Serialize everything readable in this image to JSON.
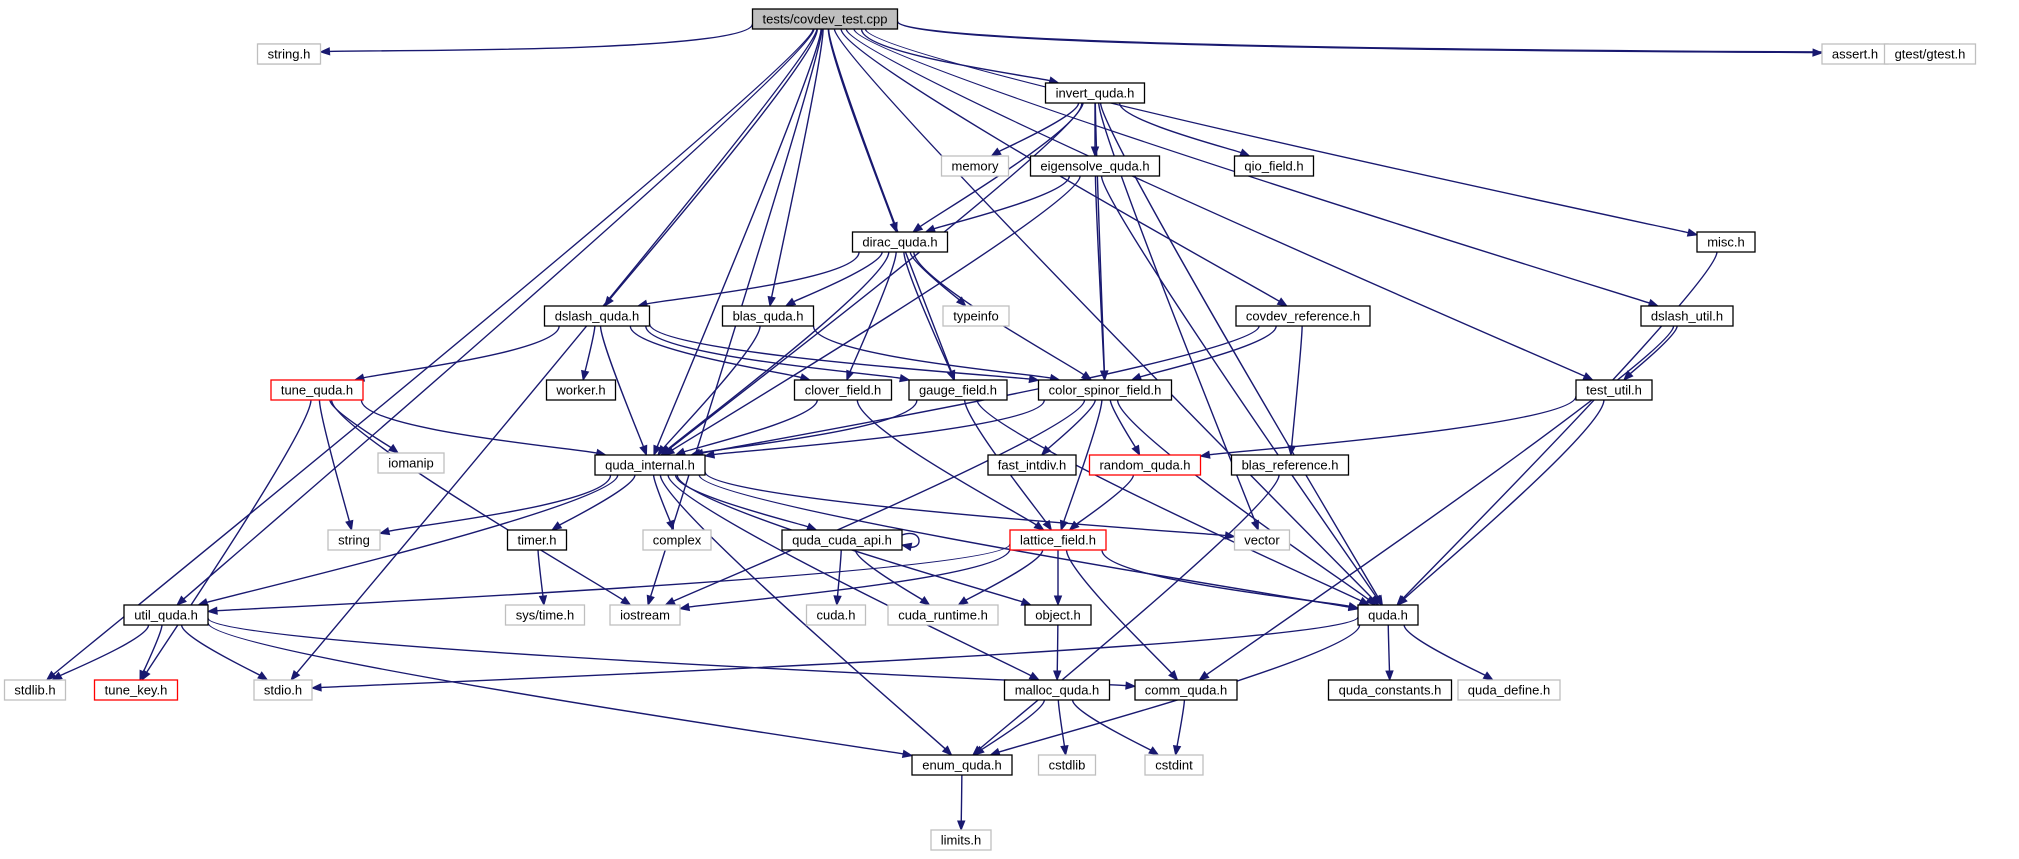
{
  "colors": {
    "edge": "#191970",
    "root_fill": "#bfbfbf",
    "normal_border": "#000000",
    "missing_border": "#bfbfbf",
    "truncated_border": "#ff0000",
    "text": "#000000"
  },
  "nodes": [
    {
      "id": "root",
      "label": "tests/covdev_test.cpp",
      "kind": "root"
    },
    {
      "id": "stdlib",
      "label": "stdlib.h",
      "kind": "missing"
    },
    {
      "id": "string_h",
      "label": "string.h",
      "kind": "missing"
    },
    {
      "id": "invert",
      "label": "invert_quda.h",
      "kind": "normal"
    },
    {
      "id": "assert",
      "label": "assert.h",
      "kind": "missing"
    },
    {
      "id": "gtest",
      "label": "gtest/gtest.h",
      "kind": "missing"
    },
    {
      "id": "memory",
      "label": "memory",
      "kind": "missing"
    },
    {
      "id": "eigensolve",
      "label": "eigensolve_quda.h",
      "kind": "normal"
    },
    {
      "id": "qio",
      "label": "qio_field.h",
      "kind": "normal"
    },
    {
      "id": "dirac",
      "label": "dirac_quda.h",
      "kind": "normal"
    },
    {
      "id": "misc",
      "label": "misc.h",
      "kind": "normal"
    },
    {
      "id": "dslash",
      "label": "dslash_quda.h",
      "kind": "normal"
    },
    {
      "id": "blas",
      "label": "blas_quda.h",
      "kind": "normal"
    },
    {
      "id": "typeinfo",
      "label": "typeinfo",
      "kind": "missing"
    },
    {
      "id": "covref",
      "label": "covdev_reference.h",
      "kind": "normal"
    },
    {
      "id": "dslashutil",
      "label": "dslash_util.h",
      "kind": "normal"
    },
    {
      "id": "tune",
      "label": "tune_quda.h",
      "kind": "truncated"
    },
    {
      "id": "worker",
      "label": "worker.h",
      "kind": "normal"
    },
    {
      "id": "clover",
      "label": "clover_field.h",
      "kind": "normal"
    },
    {
      "id": "gauge",
      "label": "gauge_field.h",
      "kind": "normal"
    },
    {
      "id": "csf",
      "label": "color_spinor_field.h",
      "kind": "normal"
    },
    {
      "id": "testutil",
      "label": "test_util.h",
      "kind": "normal"
    },
    {
      "id": "iomanip",
      "label": "iomanip",
      "kind": "missing"
    },
    {
      "id": "qinternal",
      "label": "quda_internal.h",
      "kind": "normal"
    },
    {
      "id": "fastint",
      "label": "fast_intdiv.h",
      "kind": "normal"
    },
    {
      "id": "random",
      "label": "random_quda.h",
      "kind": "truncated"
    },
    {
      "id": "blasref",
      "label": "blas_reference.h",
      "kind": "normal"
    },
    {
      "id": "string",
      "label": "string",
      "kind": "missing"
    },
    {
      "id": "timer",
      "label": "timer.h",
      "kind": "normal"
    },
    {
      "id": "complex",
      "label": "complex",
      "kind": "missing"
    },
    {
      "id": "cudaapi",
      "label": "quda_cuda_api.h",
      "kind": "normal"
    },
    {
      "id": "lattice",
      "label": "lattice_field.h",
      "kind": "truncated"
    },
    {
      "id": "vector",
      "label": "vector",
      "kind": "missing"
    },
    {
      "id": "util",
      "label": "util_quda.h",
      "kind": "normal"
    },
    {
      "id": "systime",
      "label": "sys/time.h",
      "kind": "missing"
    },
    {
      "id": "iostream",
      "label": "iostream",
      "kind": "missing"
    },
    {
      "id": "cudah",
      "label": "cuda.h",
      "kind": "missing"
    },
    {
      "id": "cudart",
      "label": "cuda_runtime.h",
      "kind": "missing"
    },
    {
      "id": "object",
      "label": "object.h",
      "kind": "normal"
    },
    {
      "id": "quda",
      "label": "quda.h",
      "kind": "normal"
    },
    {
      "id": "stdlibh",
      "label": "stdlib.h",
      "kind": "missing"
    },
    {
      "id": "tunekey",
      "label": "tune_key.h",
      "kind": "truncated"
    },
    {
      "id": "stdio",
      "label": "stdio.h",
      "kind": "missing"
    },
    {
      "id": "malloc",
      "label": "malloc_quda.h",
      "kind": "normal"
    },
    {
      "id": "comm",
      "label": "comm_quda.h",
      "kind": "normal"
    },
    {
      "id": "qconst",
      "label": "quda_constants.h",
      "kind": "normal"
    },
    {
      "id": "qdefine",
      "label": "quda_define.h",
      "kind": "missing"
    },
    {
      "id": "enum",
      "label": "enum_quda.h",
      "kind": "normal"
    },
    {
      "id": "cstdlib",
      "label": "cstdlib",
      "kind": "missing"
    },
    {
      "id": "cstdint",
      "label": "cstdint",
      "kind": "missing"
    },
    {
      "id": "limits",
      "label": "limits.h",
      "kind": "missing"
    }
  ],
  "edges": [
    [
      "root",
      "stdlibh"
    ],
    [
      "root",
      "string_h"
    ],
    [
      "root",
      "invert"
    ],
    [
      "root",
      "assert"
    ],
    [
      "root",
      "gtest"
    ],
    [
      "root",
      "util"
    ],
    [
      "root",
      "stdio"
    ],
    [
      "root",
      "iostream"
    ],
    [
      "root",
      "qinternal"
    ],
    [
      "root",
      "dslash"
    ],
    [
      "root",
      "gauge"
    ],
    [
      "root",
      "blas"
    ],
    [
      "root",
      "dirac"
    ],
    [
      "root",
      "covref"
    ],
    [
      "root",
      "testutil"
    ],
    [
      "root",
      "misc"
    ],
    [
      "root",
      "dslashutil"
    ],
    [
      "root",
      "quda"
    ],
    [
      "invert",
      "memory"
    ],
    [
      "invert",
      "eigensolve"
    ],
    [
      "invert",
      "qio"
    ],
    [
      "invert",
      "dirac"
    ],
    [
      "invert",
      "qinternal"
    ],
    [
      "invert",
      "csf"
    ],
    [
      "invert",
      "vector"
    ],
    [
      "invert",
      "quda"
    ],
    [
      "eigensolve",
      "dirac"
    ],
    [
      "eigensolve",
      "qinternal"
    ],
    [
      "eigensolve",
      "csf"
    ],
    [
      "eigensolve",
      "quda"
    ],
    [
      "dirac",
      "dslash"
    ],
    [
      "dirac",
      "blas"
    ],
    [
      "dirac",
      "typeinfo"
    ],
    [
      "dirac",
      "clover"
    ],
    [
      "dirac",
      "gauge"
    ],
    [
      "dirac",
      "csf"
    ],
    [
      "dirac",
      "qinternal"
    ],
    [
      "dslash",
      "tune"
    ],
    [
      "dslash",
      "worker"
    ],
    [
      "dslash",
      "qinternal"
    ],
    [
      "dslash",
      "clover"
    ],
    [
      "dslash",
      "gauge"
    ],
    [
      "dslash",
      "csf"
    ],
    [
      "blas",
      "qinternal"
    ],
    [
      "blas",
      "csf"
    ],
    [
      "covref",
      "csf"
    ],
    [
      "covref",
      "qinternal"
    ],
    [
      "covref",
      "blasref"
    ],
    [
      "dslashutil",
      "testutil"
    ],
    [
      "dslashutil",
      "comm"
    ],
    [
      "misc",
      "quda"
    ],
    [
      "tune",
      "iomanip"
    ],
    [
      "tune",
      "string"
    ],
    [
      "tune",
      "qinternal"
    ],
    [
      "tune",
      "iostream"
    ],
    [
      "tune",
      "tunekey"
    ],
    [
      "clover",
      "qinternal"
    ],
    [
      "clover",
      "lattice"
    ],
    [
      "gauge",
      "qinternal"
    ],
    [
      "gauge",
      "lattice"
    ],
    [
      "gauge",
      "quda"
    ],
    [
      "csf",
      "qinternal"
    ],
    [
      "csf",
      "fastint"
    ],
    [
      "csf",
      "random"
    ],
    [
      "csf",
      "iostream"
    ],
    [
      "csf",
      "lattice"
    ],
    [
      "csf",
      "quda"
    ],
    [
      "testutil",
      "random"
    ],
    [
      "testutil",
      "quda"
    ],
    [
      "random",
      "lattice"
    ],
    [
      "blasref",
      "enum"
    ],
    [
      "qinternal",
      "string"
    ],
    [
      "qinternal",
      "timer"
    ],
    [
      "qinternal",
      "complex"
    ],
    [
      "qinternal",
      "cudaapi"
    ],
    [
      "qinternal",
      "object"
    ],
    [
      "qinternal",
      "vector"
    ],
    [
      "qinternal",
      "util"
    ],
    [
      "qinternal",
      "malloc"
    ],
    [
      "qinternal",
      "enum"
    ],
    [
      "qinternal",
      "quda"
    ],
    [
      "timer",
      "systime"
    ],
    [
      "cudaapi",
      "cudaapi"
    ],
    [
      "cudaapi",
      "cudah"
    ],
    [
      "cudaapi",
      "cudart"
    ],
    [
      "lattice",
      "util"
    ],
    [
      "lattice",
      "iostream"
    ],
    [
      "lattice",
      "cudart"
    ],
    [
      "lattice",
      "object"
    ],
    [
      "lattice",
      "comm"
    ],
    [
      "lattice",
      "quda"
    ],
    [
      "util",
      "stdlibh"
    ],
    [
      "util",
      "tunekey"
    ],
    [
      "util",
      "stdio"
    ],
    [
      "util",
      "comm"
    ],
    [
      "util",
      "enum"
    ],
    [
      "object",
      "malloc"
    ],
    [
      "quda",
      "stdio"
    ],
    [
      "quda",
      "qconst"
    ],
    [
      "quda",
      "qdefine"
    ],
    [
      "quda",
      "enum"
    ],
    [
      "malloc",
      "enum"
    ],
    [
      "malloc",
      "cstdlib"
    ],
    [
      "malloc",
      "cstdint"
    ],
    [
      "comm",
      "cstdint"
    ],
    [
      "enum",
      "limits"
    ]
  ]
}
